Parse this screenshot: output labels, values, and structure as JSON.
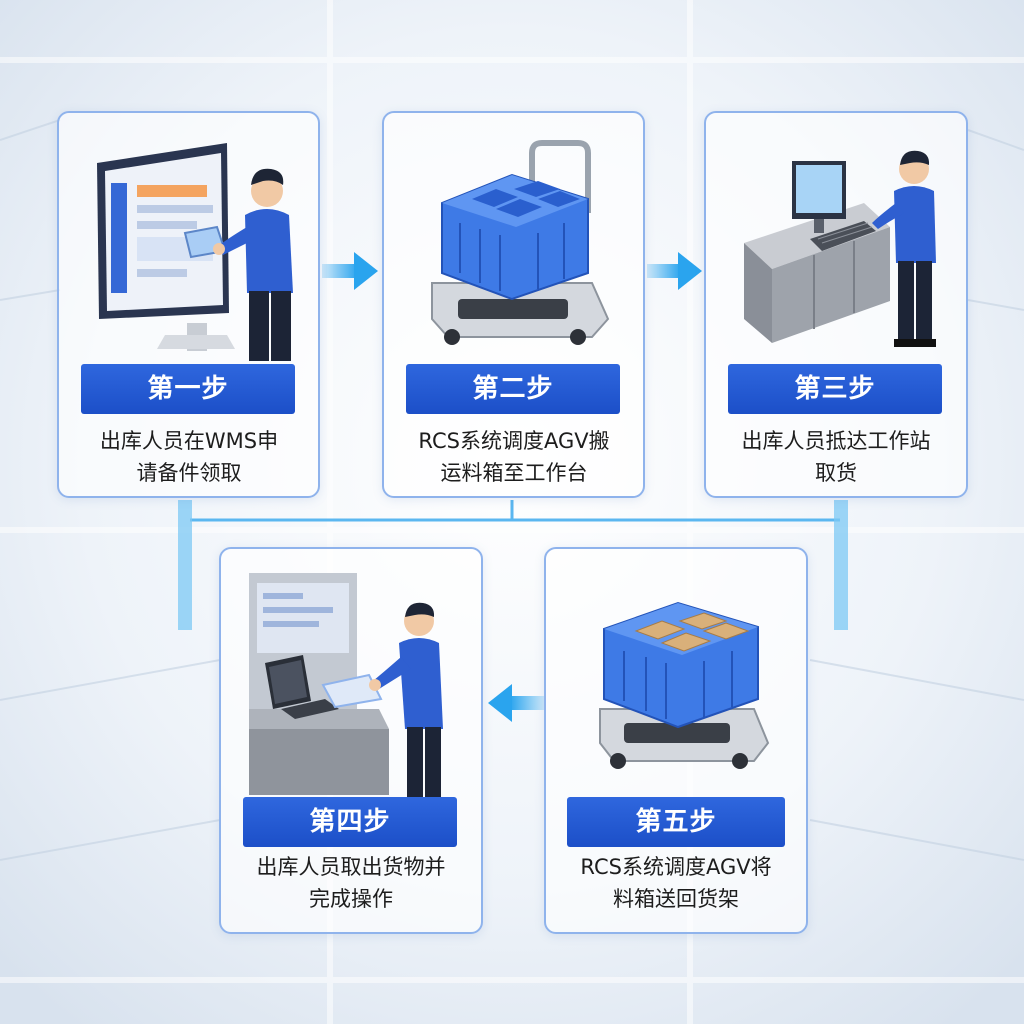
{
  "steps": [
    {
      "label": "第一步",
      "desc_line1": "出库人员在WMS申",
      "desc_line2": "请备件领取"
    },
    {
      "label": "第二步",
      "desc_line1": "RCS系统调度AGV搬",
      "desc_line2": "运料箱至工作台"
    },
    {
      "label": "第三步",
      "desc_line1": "出库人员抵达工作站",
      "desc_line2": "取货"
    },
    {
      "label": "第四步",
      "desc_line1": "出库人员取出货物并",
      "desc_line2": "完成操作"
    },
    {
      "label": "第五步",
      "desc_line1": "RCS系统调度AGV将",
      "desc_line2": "料箱送回货架"
    }
  ],
  "icons": {
    "step1": "operator-at-monitor-icon",
    "step2": "agv-with-blue-bin-icon",
    "step3": "operator-at-workstation-icon",
    "step4": "operator-at-terminal-icon",
    "step5": "agv-with-cargo-bin-icon"
  },
  "colors": {
    "accent": "#1f55cc",
    "card_border": "#8fb3ec",
    "arrow": "#2aa4ee"
  }
}
